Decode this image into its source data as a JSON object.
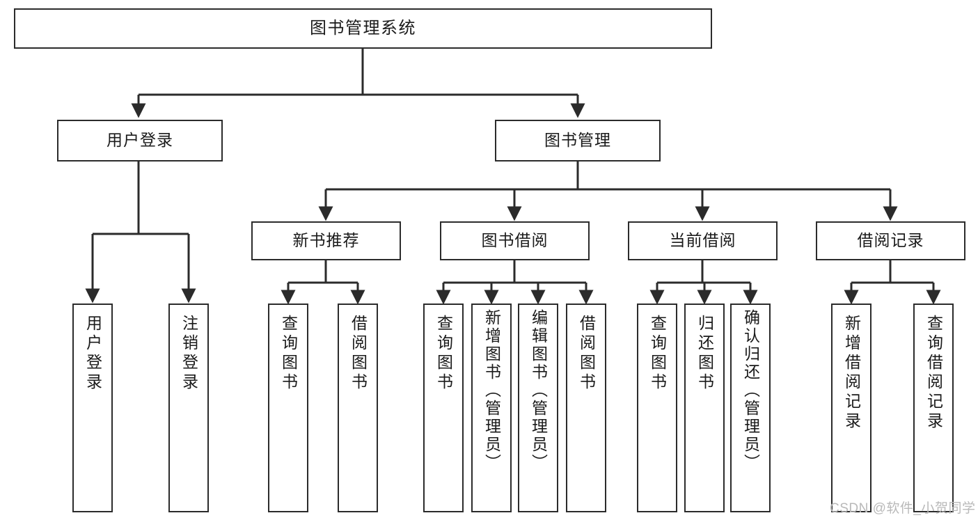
{
  "diagram": {
    "title": "图书管理系统",
    "type": "tree-hierarchy",
    "root": {
      "id": "root",
      "label": "图书管理系统",
      "orientation": "horizontal"
    },
    "level2": [
      {
        "id": "user-login",
        "label": "用户登录",
        "orientation": "horizontal"
      },
      {
        "id": "book-manage",
        "label": "图书管理",
        "orientation": "horizontal"
      }
    ],
    "level3": [
      {
        "id": "new-book-recommend",
        "label": "新书推荐",
        "orientation": "horizontal",
        "parent": "book-manage"
      },
      {
        "id": "book-borrow",
        "label": "图书借阅",
        "orientation": "horizontal",
        "parent": "book-manage"
      },
      {
        "id": "current-borrow",
        "label": "当前借阅",
        "orientation": "horizontal",
        "parent": "book-manage"
      },
      {
        "id": "borrow-record",
        "label": "借阅记录",
        "orientation": "horizontal",
        "parent": "book-manage"
      }
    ],
    "leaves": [
      {
        "id": "leaf-user-login",
        "label": "用户登录",
        "parent": "user-login",
        "orientation": "vertical"
      },
      {
        "id": "leaf-user-logout",
        "label": "注销登录",
        "parent": "user-login",
        "orientation": "vertical"
      },
      {
        "id": "leaf-query-book-1",
        "label": "查询图书",
        "parent": "new-book-recommend",
        "orientation": "vertical"
      },
      {
        "id": "leaf-borrow-book-1",
        "label": "借阅图书",
        "parent": "new-book-recommend",
        "orientation": "vertical"
      },
      {
        "id": "leaf-query-book-2",
        "label": "查询图书",
        "parent": "book-borrow",
        "orientation": "vertical"
      },
      {
        "id": "leaf-add-book",
        "label": "新增图书（管理员）",
        "parent": "book-borrow",
        "orientation": "vertical"
      },
      {
        "id": "leaf-edit-book",
        "label": "编辑图书（管理员）",
        "parent": "book-borrow",
        "orientation": "vertical"
      },
      {
        "id": "leaf-borrow-book-2",
        "label": "借阅图书",
        "parent": "book-borrow",
        "orientation": "vertical"
      },
      {
        "id": "leaf-query-book-3",
        "label": "查询图书",
        "parent": "current-borrow",
        "orientation": "vertical"
      },
      {
        "id": "leaf-return-book",
        "label": "归还图书",
        "parent": "current-borrow",
        "orientation": "vertical"
      },
      {
        "id": "leaf-confirm-return",
        "label": "确认归还（管理员）",
        "parent": "current-borrow",
        "orientation": "vertical"
      },
      {
        "id": "leaf-add-record",
        "label": "新增借阅记录",
        "parent": "borrow-record",
        "orientation": "vertical"
      },
      {
        "id": "leaf-query-record",
        "label": "查询借阅记录",
        "parent": "borrow-record",
        "orientation": "vertical"
      }
    ],
    "watermark": "CSDN @软件_小贺同学",
    "colors": {
      "stroke": "#2b2b2b",
      "fill": "#ffffff",
      "text": "#1a1a1a",
      "watermark": "#b9b9b9"
    }
  }
}
